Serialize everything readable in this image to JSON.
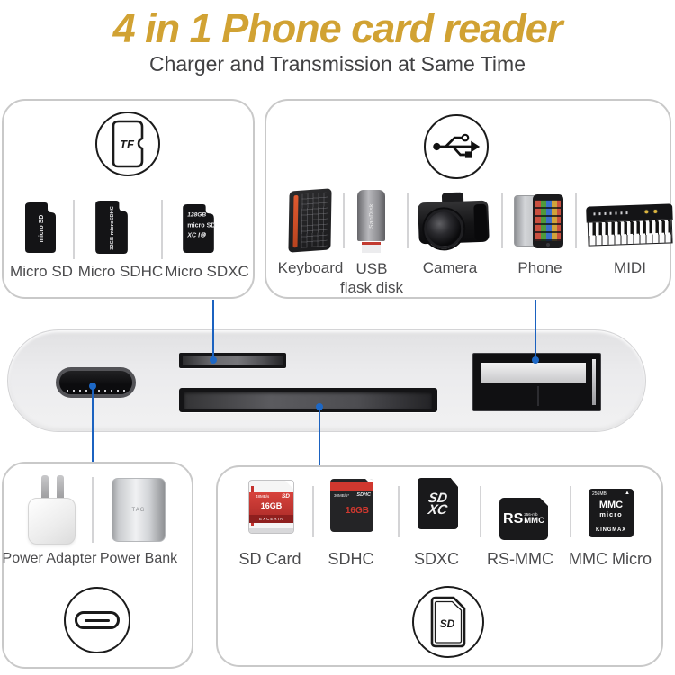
{
  "header": {
    "title": "4 in 1 Phone card reader",
    "subtitle": "Charger and Transmission at Same Time"
  },
  "colors": {
    "title_gold": "#d1a233",
    "connector_blue": "#1b62c0",
    "box_border": "#c9c9c9",
    "label_gray": "#4b4b4d"
  },
  "tf_section": {
    "badge_text": "TF",
    "cards": [
      {
        "label": "Micro SD",
        "card_text": "micro SD"
      },
      {
        "label": "Micro SDHC",
        "card_text": "32GB microSDHC"
      },
      {
        "label": "Micro SDXC",
        "card_lines": [
          "128GB",
          "micro SD",
          "XC I⑩"
        ]
      }
    ]
  },
  "usb_section": {
    "devices": [
      {
        "label": "Keyboard"
      },
      {
        "label": "USB flask disk",
        "label_lines": [
          "USB",
          "flask disk"
        ],
        "device_text": "SanDisk"
      },
      {
        "label": "Camera"
      },
      {
        "label": "Phone"
      },
      {
        "label": "MIDI"
      }
    ]
  },
  "power_section": {
    "devices": [
      {
        "label": "Power Adapter"
      },
      {
        "label": "Power Bank",
        "device_text": "TAG"
      }
    ]
  },
  "sd_section": {
    "cards": [
      {
        "label": "SD Card",
        "speed": "48MB/s",
        "logo": "SD",
        "size": "16GB",
        "brand": "EXCERIA"
      },
      {
        "label": "SDHC",
        "speed": "30MB/s*",
        "logo": "SDHC",
        "size": "16GB"
      },
      {
        "label": "SDXC",
        "logo_lines": [
          "SD",
          "XC"
        ]
      },
      {
        "label": "RS-MMC",
        "logo_rs": "RS",
        "logo_mmc": "MMC",
        "size": "256-mb"
      },
      {
        "label": "MMC Micro",
        "size": "256MB",
        "marker": "▲",
        "logo": "MMC",
        "logo2": "micro",
        "brand": "KINGMAX"
      }
    ]
  },
  "badges": {
    "sd_logo": "SD"
  }
}
